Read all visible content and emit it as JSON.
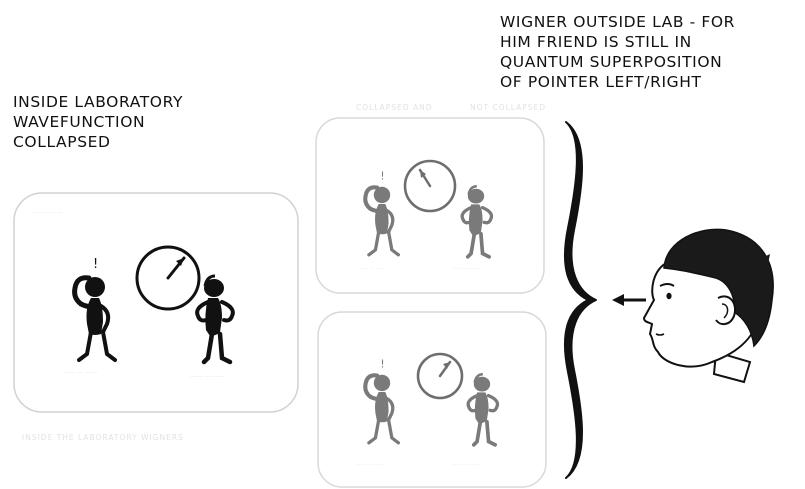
{
  "labels": {
    "inside": "INSIDE LABORATORY\nWAVEFUNCTION\nCOLLAPSED",
    "wigner": "WIGNER OUTSIDE LAB - FOR\nHIM FRIEND IS STILL IN\nQUANTUM SUPERPOSITION\nOF POINTER LEFT/RIGHT"
  },
  "faint_labels": {
    "inside_caption": "INSIDE THE LABORATORY WIGNERS",
    "top_caption": "COLLAPSED AND",
    "top_caption_b": "NOT COLLAPSED"
  },
  "colors": {
    "ink": "#111111",
    "gray_figure": "#7a7a7a",
    "panel_border": "#d2d2d2",
    "skin": "#ffffff",
    "hair": "#1a1a1a"
  },
  "panels": [
    {
      "id": "lab-panel",
      "pointer": "right",
      "style": "dark"
    },
    {
      "id": "superposition-top",
      "pointer": "left",
      "style": "gray"
    },
    {
      "id": "superposition-bottom",
      "pointer": "right",
      "style": "gray"
    }
  ]
}
